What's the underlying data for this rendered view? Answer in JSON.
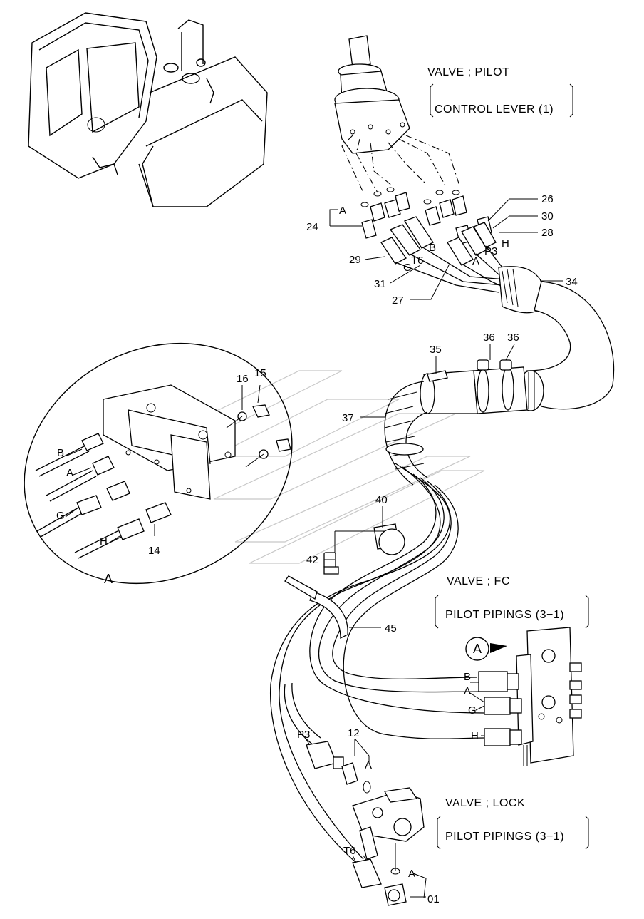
{
  "callouts": {
    "valve_pilot_title": "VALVE ; PILOT",
    "valve_pilot_sub": "CONTROL LEVER (1)",
    "valve_fc_title": "VALVE ; FC",
    "valve_fc_sub": "PILOT PIPINGS (3−1)",
    "valve_lock_title": "VALVE ; LOCK",
    "valve_lock_sub": "PILOT PIPINGS (3−1)"
  },
  "part_numbers": {
    "n01": "01",
    "n12": "12",
    "n14": "14",
    "n15": "15",
    "n16": "16",
    "n24": "24",
    "n26": "26",
    "n27": "27",
    "n28": "28",
    "n29": "29",
    "n30": "30",
    "n31": "31",
    "n34": "34",
    "n35": "35",
    "n36a": "36",
    "n36b": "36",
    "n37": "37",
    "n40": "40",
    "n42": "42",
    "n45": "45"
  },
  "port_labels": {
    "A": "A",
    "B": "B",
    "G": "G",
    "H": "H",
    "T6": "T6",
    "P3": "P3"
  },
  "detail": {
    "label": "A",
    "ref_marker": "A"
  }
}
